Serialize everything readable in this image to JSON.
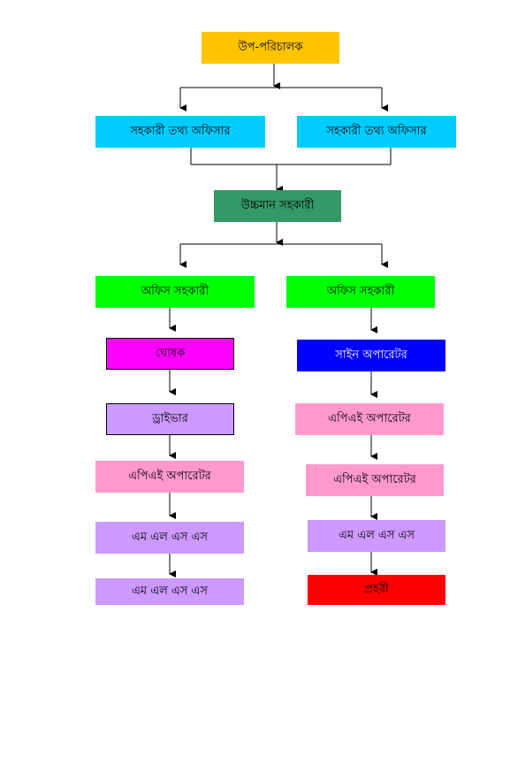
{
  "chart": {
    "nodes": [
      {
        "id": "n1",
        "label": "উপ-পরিচালক",
        "color": "#FFC400"
      },
      {
        "id": "n2",
        "label": "সহকারী তথ্য অফিসার",
        "color": "#00CCFF"
      },
      {
        "id": "n3",
        "label": "সহকারী তথ্য অফিসার",
        "color": "#00CCFF"
      },
      {
        "id": "n4",
        "label": "উচ্চমান সহকারী",
        "color": "#339966"
      },
      {
        "id": "n5",
        "label": "অফিস সহকারী",
        "color": "#00FF00"
      },
      {
        "id": "n6",
        "label": "অফিস সহকারী",
        "color": "#00FF00"
      },
      {
        "id": "n7",
        "label": "ঘোষক",
        "color": "#FF00FF"
      },
      {
        "id": "n8",
        "label": "সাইন অপারেটর",
        "color": "#0000FF"
      },
      {
        "id": "n9",
        "label": "ড্রাইভার",
        "color": "#CC99FF"
      },
      {
        "id": "n10",
        "label": "এপিএই অপারেটর",
        "color": "#FF99CC"
      },
      {
        "id": "n11",
        "label": "এপিএই অপারেটর",
        "color": "#FF99CC"
      },
      {
        "id": "n12",
        "label": "এপিএই অপারেটর",
        "color": "#FF99CC"
      },
      {
        "id": "n13",
        "label": "এম এল এস এস",
        "color": "#CC99FF"
      },
      {
        "id": "n14",
        "label": "এম এল এস এস",
        "color": "#CC99FF"
      },
      {
        "id": "n15",
        "label": "এম এল এস এস",
        "color": "#CC99FF"
      },
      {
        "id": "n16",
        "label": "প্রহরী",
        "color": "#FF0000"
      }
    ]
  }
}
